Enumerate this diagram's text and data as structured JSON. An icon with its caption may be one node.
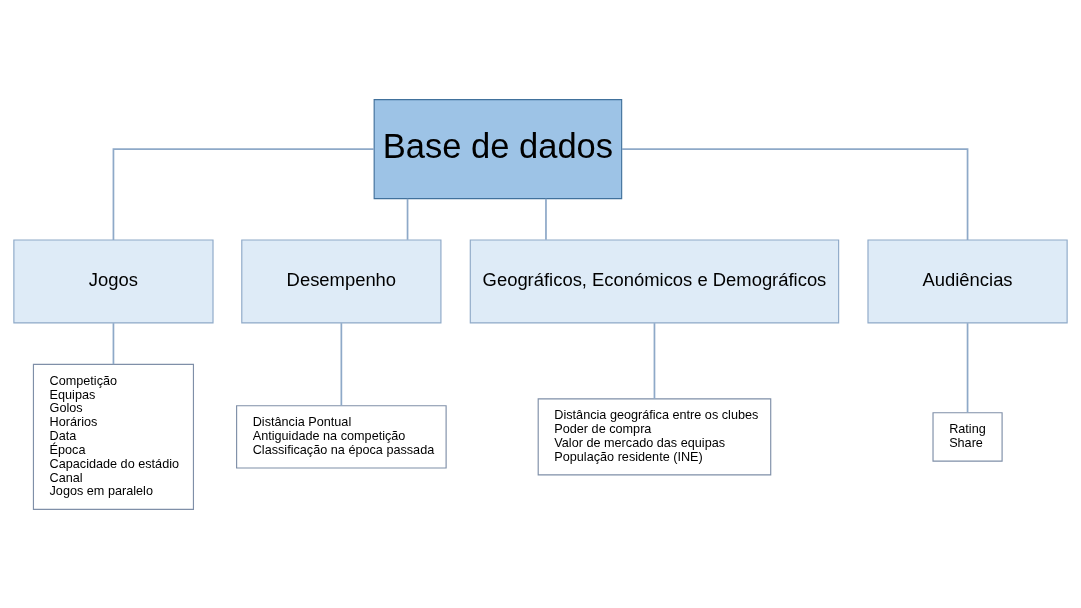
{
  "diagram": {
    "nodes": [
      {
        "text": [
          "Base de dados"
        ]
      },
      {
        "text": [
          "Jogos"
        ]
      },
      {
        "text": [
          "Desempenho"
        ]
      },
      {
        "text": [
          "Geográficos, Económicos e Demográficos"
        ]
      },
      {
        "text": [
          "Audiências"
        ]
      },
      {
        "text": [
          "Competição",
          "Equipas",
          "Golos",
          "Horários",
          "Data",
          "Época",
          "Capacidade do estádio",
          "Canal",
          "Jogos em paralelo"
        ]
      },
      {
        "text": [
          "Distância Pontual",
          "Antiguidade na competição",
          "Classificação na época passada"
        ]
      },
      {
        "text": [
          "Distância geográfica entre os clubes",
          "Poder de compra",
          "Valor de mercado das equipas",
          "População residente (INE)"
        ]
      },
      {
        "text": [
          "Rating",
          "Share"
        ]
      }
    ],
    "edges": [
      {
        "from": 0,
        "to": 1,
        "arrow": "none"
      },
      {
        "from": 0,
        "to": 2,
        "arrow": "none"
      },
      {
        "from": 0,
        "to": 3,
        "arrow": "none"
      },
      {
        "from": 0,
        "to": 4,
        "arrow": "none"
      },
      {
        "from": 1,
        "to": 5,
        "arrow": "none"
      },
      {
        "from": 2,
        "to": 6,
        "arrow": "none"
      },
      {
        "from": 3,
        "to": 7,
        "arrow": "none"
      },
      {
        "from": 4,
        "to": 8,
        "arrow": "none"
      }
    ]
  }
}
